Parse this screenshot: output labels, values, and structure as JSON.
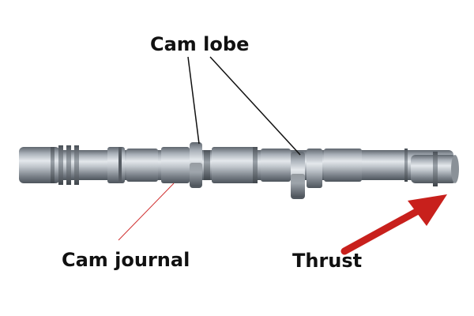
{
  "labels": {
    "cam_lobe": "Cam lobe",
    "cam_journal": "Cam journal",
    "thrust": "Thrust"
  },
  "colors": {
    "text": "#111111",
    "leader_line": "#111111",
    "journal_leader": "#d03030",
    "thrust_arrow": "#c8201c",
    "shaft_light": "#e4e8ec",
    "shaft_mid": "#a9b0b8",
    "shaft_dark": "#5f666e"
  },
  "icons": {
    "shaft": "camshaft-illustration",
    "arrow": "red-arrow"
  }
}
